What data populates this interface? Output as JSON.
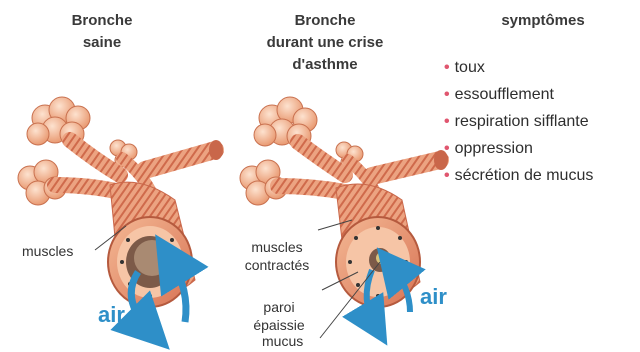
{
  "titles": {
    "healthy": "Bronche\nsaine",
    "asthma": "Bronche\ndurant une crise\nd'asthme",
    "symptoms": "symptômes"
  },
  "symptoms": [
    "toux",
    "essoufflement",
    "respiration sifflante",
    "oppression",
    "sécrétion de mucus"
  ],
  "labels": {
    "muscles": "muscles",
    "muscles_contractes": "muscles\ncontractés",
    "paroi": "paroi\népaissie",
    "mucus": "mucus",
    "air_left": "air",
    "air_right": "air"
  },
  "colors": {
    "bullet": "#e0566f",
    "air": "#2e8fc8",
    "tissue": "#f2b08a",
    "muscle": "#d9785a",
    "alveoli": "#f7c3a0"
  }
}
